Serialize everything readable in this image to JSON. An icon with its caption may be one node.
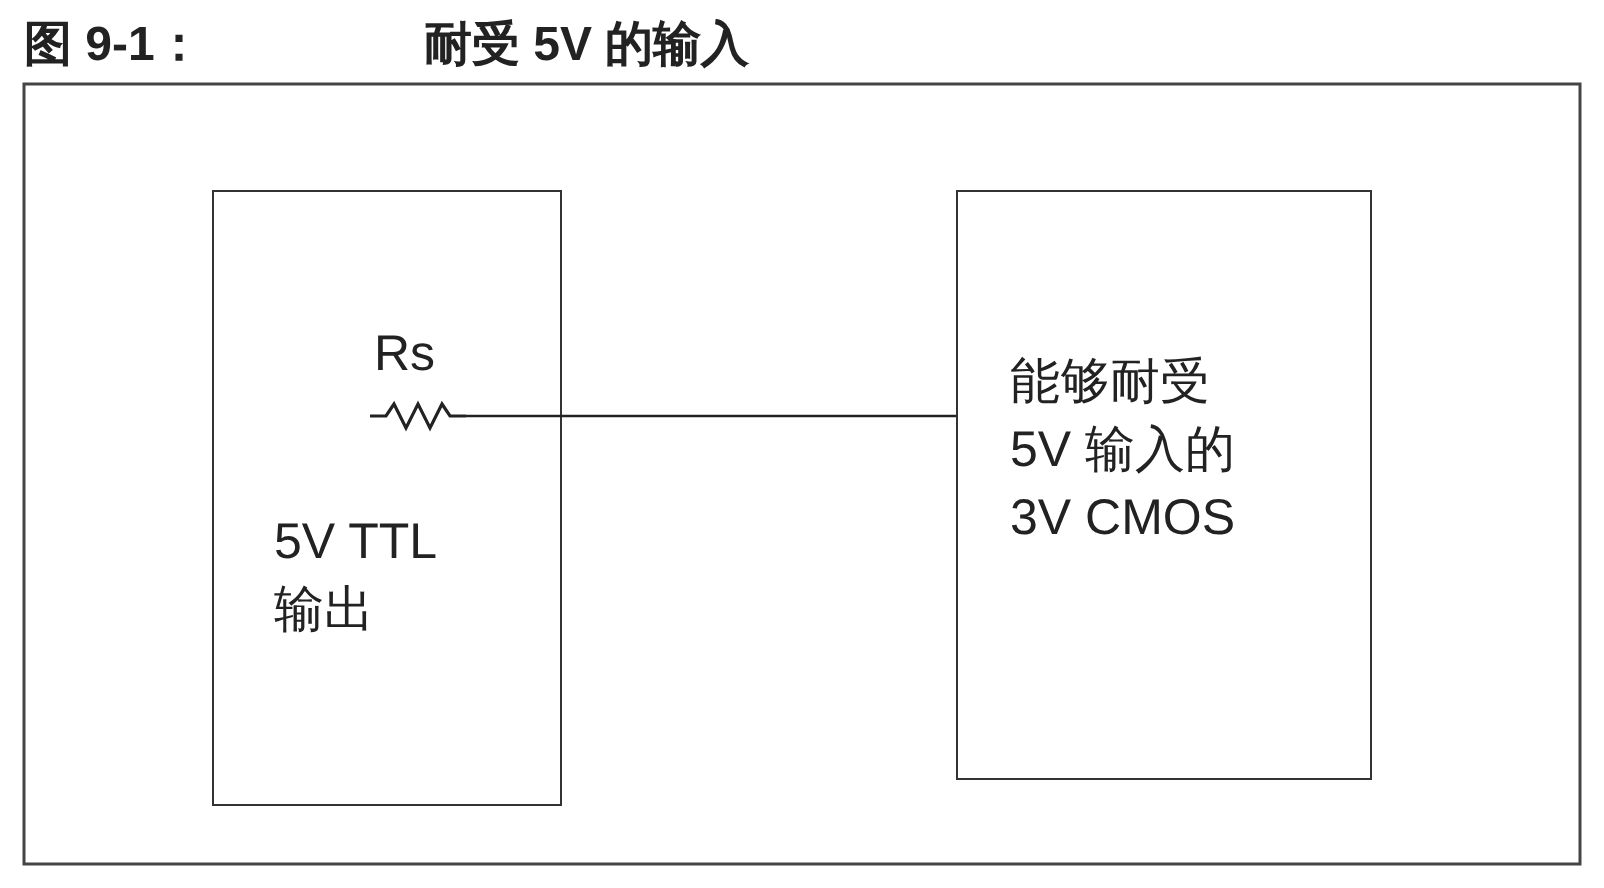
{
  "diagram": {
    "nodes": [
      {
        "text": [
          "5V TTL输出"
        ]
      },
      {
        "text": [
          "Rs"
        ],
        "in": 0
      },
      {
        "text": [
          "能够耐受5V 输入的3V CMOS"
        ]
      }
    ],
    "edges": [
      {
        "from": 1,
        "to": 2,
        "arrow": "none"
      }
    ],
    "labels": [
      "图 9-1：",
      "耐受 5V 的输入"
    ]
  }
}
